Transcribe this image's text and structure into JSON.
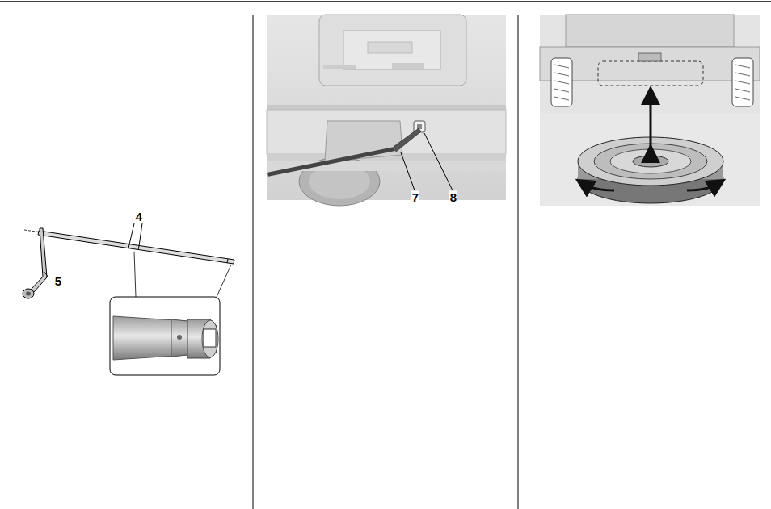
{
  "diagram": {
    "labels": [
      "4",
      "5",
      "7",
      "8"
    ]
  }
}
